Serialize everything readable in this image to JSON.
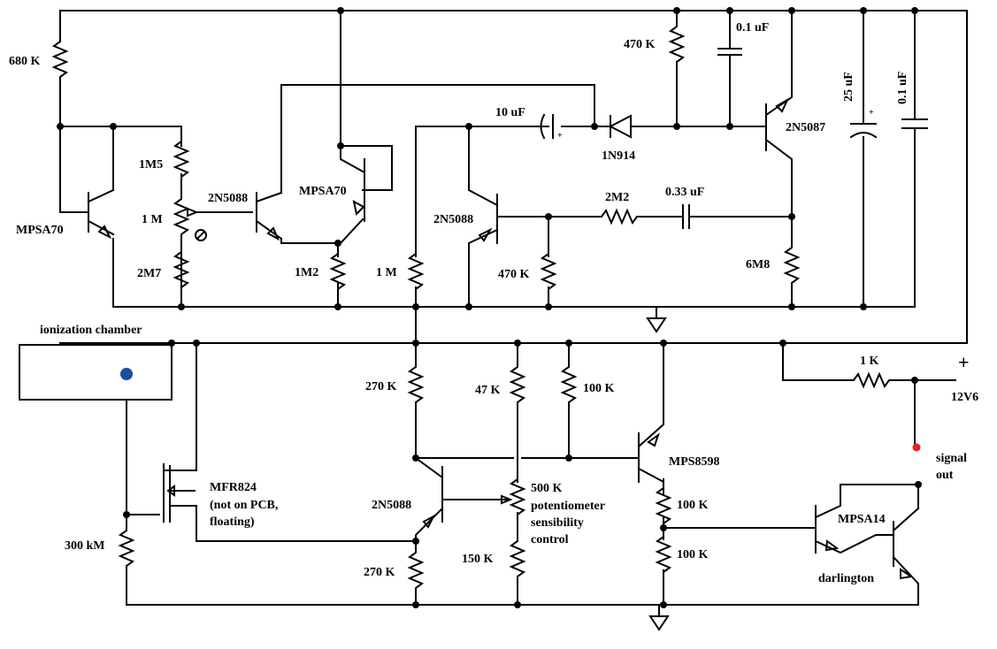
{
  "labels": {
    "r_680k": "680 K",
    "r_1m5": "1M5",
    "r_1m_pot": "1 M",
    "r_2m7": "2M7",
    "q_mpsa70_left": "MPSA70",
    "q_2n5088_a": "2N5088",
    "q_mpsa70_mid": "MPSA70",
    "r_1m2": "1M2",
    "r_1m": "1 M",
    "c_10uf": "10 uF",
    "q_2n5088_b": "2N5088",
    "d_1n914": "1N914",
    "r_470k_top": "470 K",
    "c_01uf_top": "0.1 uF",
    "r_2m2": "2M2",
    "c_033uf": "0.33 uF",
    "r_470k_mid": "470 K",
    "q_2n5087": "2N5087",
    "r_6m8": "6M8",
    "c_25uf": "25 uF",
    "c_01uf_right": "0.1 uF",
    "ionization_chamber": "ionization chamber",
    "q_mfr824": "MFR824",
    "mfr824_note1": "(not on PCB,",
    "mfr824_note2": "floating)",
    "r_300km": "300 kM",
    "r_270k_top": "270 K",
    "r_47k": "47 K",
    "r_100k_a": "100 K",
    "q_2n5088_c": "2N5088",
    "r_270k_bot": "270 K",
    "pot_500k": "500 K",
    "pot_note1": "potentiometer",
    "pot_note2": "sensibility",
    "pot_note3": "control",
    "r_150k": "150 K",
    "q_mps8598": "MPS8598",
    "r_100k_b": "100 K",
    "r_100k_c": "100 K",
    "q_mpsa14": "MPSA14",
    "darlington": "darlington",
    "r_1k": "1 K",
    "plus_sign": "+",
    "supply": "12V6",
    "signal_out_1": "signal",
    "signal_out_2": "out"
  },
  "colors": {
    "wire": "#000000",
    "electrode": "#1f4e9a",
    "signal_dot": "#e8202a"
  }
}
